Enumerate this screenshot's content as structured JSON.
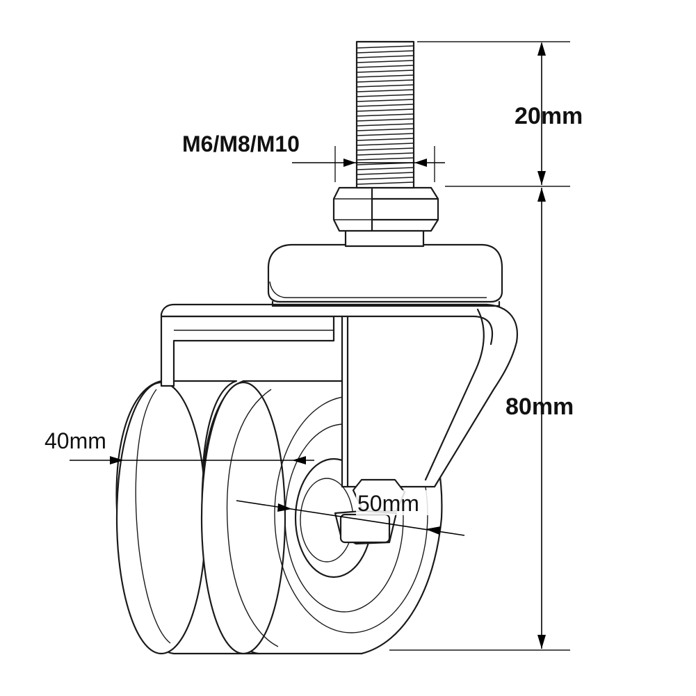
{
  "labels": {
    "thread_size": "M6/M8/M10",
    "thread_length": "20mm",
    "total_height": "80mm",
    "wheel_width": "40mm",
    "wheel_diameter": "50mm"
  },
  "colors": {
    "line": "#1a1a1a",
    "background": "#ffffff"
  }
}
